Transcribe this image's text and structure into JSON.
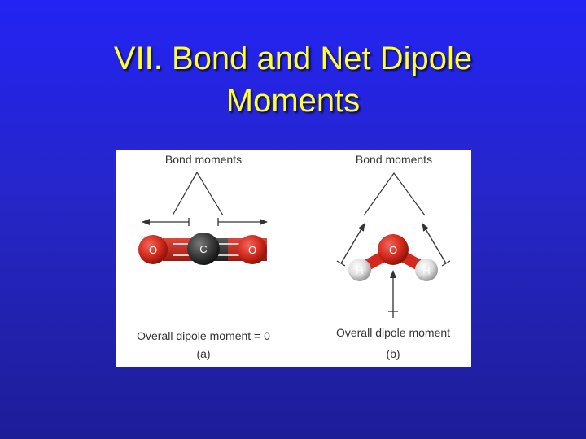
{
  "slide": {
    "title_line1": "VII. Bond and Net Dipole",
    "title_line2": "Moments",
    "title_color": "#ffff33",
    "background_top": "#2323f4",
    "background_bottom": "#1d1d98"
  },
  "figure": {
    "panel_a": {
      "bond_label": "Bond moments",
      "overall_label": "Overall dipole moment = 0",
      "caption": "(a)",
      "atoms": {
        "left": "O",
        "center": "C",
        "right": "O"
      }
    },
    "panel_b": {
      "bond_label": "Bond moments",
      "overall_label": "Overall dipole moment",
      "caption": "(b)",
      "atoms": {
        "center": "O",
        "left": "H",
        "right": "H"
      }
    },
    "colors": {
      "oxygen": "#d42a1e",
      "carbon": "#3a3a3a",
      "hydrogen": "#dcdcdc",
      "arrow": "#333333"
    }
  }
}
